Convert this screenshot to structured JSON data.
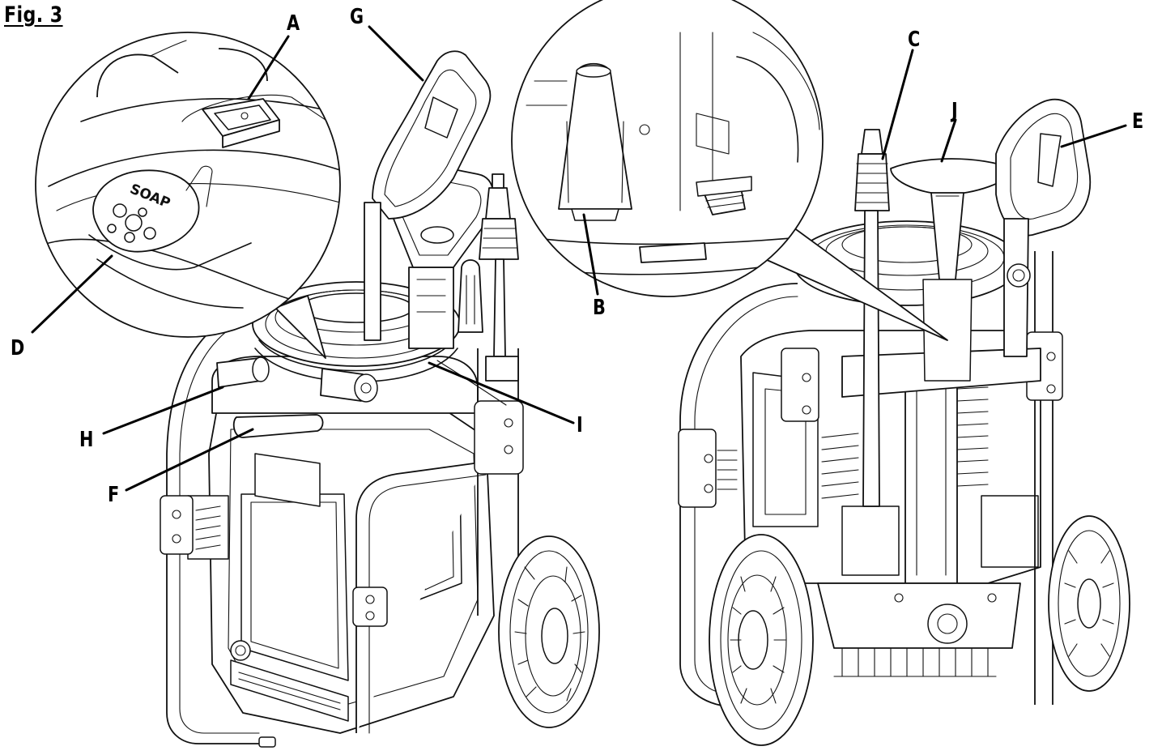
{
  "figure": {
    "title": "Fig. 3",
    "callouts": {
      "A": "A",
      "B": "B",
      "C": "C",
      "D": "D",
      "E": "E",
      "F": "F",
      "G": "G",
      "H": "H",
      "I": "I",
      "J": "J"
    },
    "soap_cap_text": "SOAP"
  }
}
